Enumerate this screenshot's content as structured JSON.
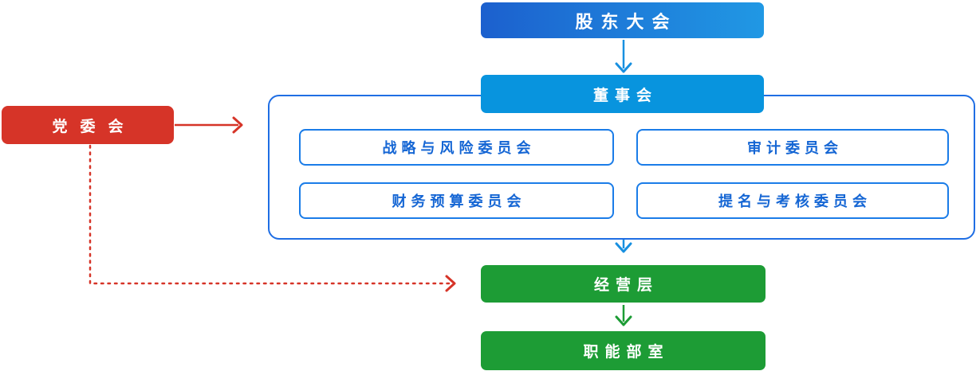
{
  "diagram": {
    "type": "org-governance-flowchart",
    "nodes": {
      "shareholders": "股东大会",
      "board": "董事会",
      "party": "党委会",
      "committee_strategy_risk": "战略与风险委员会",
      "committee_audit": "审计委员会",
      "committee_budget": "财务预算委员会",
      "committee_nomination": "提名与考核委员会",
      "management": "经营层",
      "departments": "职能部室"
    },
    "edges": [
      {
        "from": "shareholders",
        "to": "board",
        "style": "solid",
        "color_key": "arrow-blue"
      },
      {
        "from": "board",
        "to": "management",
        "style": "solid",
        "color_key": "arrow-blue"
      },
      {
        "from": "management",
        "to": "departments",
        "style": "solid",
        "color_key": "green"
      },
      {
        "from": "party",
        "to": "board-group",
        "style": "solid",
        "color_key": "red"
      },
      {
        "from": "party",
        "to": "management",
        "style": "dotted",
        "color_key": "red"
      }
    ]
  },
  "colors": {
    "blue-deep": "#1c60ce",
    "blue-light": "#2098e4",
    "blue-sky": "#0894de",
    "container-border": "#1f6ee4",
    "committee-border": "#1a7ce8",
    "committee-text": "#1566d4",
    "arrow-blue": "#1890e0",
    "green": "#1d9c35",
    "red": "#d63428",
    "white": "#ffffff"
  }
}
